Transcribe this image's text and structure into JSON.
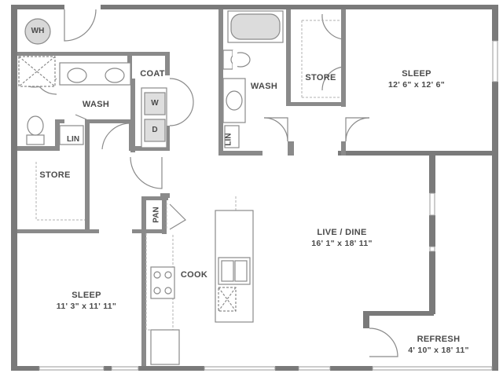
{
  "rooms": {
    "sleep_1": {
      "name": "SLEEP",
      "dim": "12' 6\" x 12' 6\""
    },
    "sleep_2": {
      "name": "SLEEP",
      "dim": "11' 3\" x 11' 11\""
    },
    "live_dine": {
      "name": "LIVE / DINE",
      "dim": "16' 1\" x 18' 11\""
    },
    "refresh": {
      "name": "REFRESH",
      "dim": "4' 10\" x 18' 11\""
    },
    "wash_main": {
      "name": "WASH"
    },
    "wash_2": {
      "name": "WASH"
    },
    "store_1": {
      "name": "STORE"
    },
    "store_2": {
      "name": "STORE"
    },
    "coat": {
      "name": "COAT"
    },
    "lin_1": {
      "name": "LIN"
    },
    "lin_2": {
      "name": "LIN"
    },
    "pan": {
      "name": "PAN"
    },
    "cook": {
      "name": "COOK"
    }
  },
  "fixtures": {
    "water_heater": "WH",
    "washer": "W",
    "dryer": "D"
  }
}
